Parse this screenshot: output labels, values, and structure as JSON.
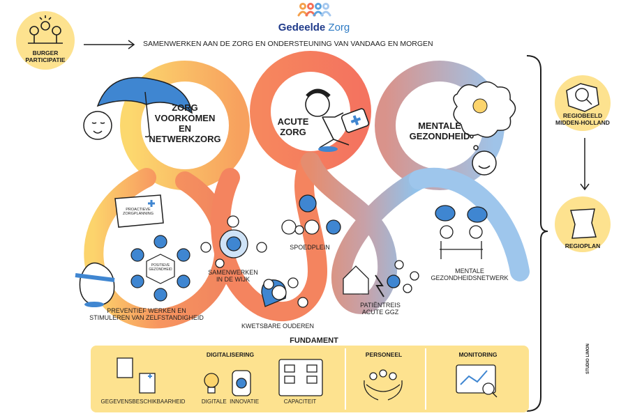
{
  "brand": {
    "name_part1": "Gedeelde",
    "name_part2": " Zorg",
    "name_color": "#1f3a8a",
    "accent_color": "#2e7bc4"
  },
  "header": {
    "tagline": "SAMENWERKEN AAN DE ZORG EN ONDERSTEUNING VAN VANDAAG EN MORGEN"
  },
  "left_badge": {
    "line1": "BURGER",
    "line2": "PARTICIPATIE"
  },
  "circles": {
    "prevention": {
      "line1": "ZORG",
      "line2": "VOORKOMEN",
      "line3": "EN",
      "line4": "NETWERKZORG"
    },
    "acute": {
      "line1": "ACUTE",
      "line2": "ZORG"
    },
    "mental": {
      "line1": "MENTALE",
      "line2": "GEZONDHEID"
    }
  },
  "items": {
    "proactive": {
      "line1": "PROACTIEVE",
      "line2": "ZORGPLANNING"
    },
    "positive_health": {
      "line1": "POSITIEVE",
      "line2": "GEZONDHEID"
    },
    "preventive": {
      "line1": "PREVENTIEF WERKEN EN",
      "line2": "STIMULEREN VAN ZELFSTANDIGHEID"
    },
    "neighbourhood": {
      "line1": "SAMENWERKEN",
      "line2": "IN DE WIJK"
    },
    "spoedplein": "SPOEDPLEIN",
    "elderly": "KWETSBARE OUDEREN",
    "patient_journey": {
      "line1": "PATIËNTREIS",
      "line2": "ACUTE GGZ"
    },
    "mental_network": {
      "line1": "MENTALE",
      "line2": "GEZONDHEIDSNETWERK"
    }
  },
  "right_panel": {
    "regiobeeld": {
      "line1": "REGIOBEELD",
      "line2": "MIDDEN-HOLLAND"
    },
    "regioplan": "REGIOPLAN"
  },
  "foundation": {
    "title": "FUNDAMENT",
    "sections": {
      "digitalisering": "DIGITALISERING",
      "personeel": "PERSONEEL",
      "monitoring": "MONITORING"
    },
    "labels": {
      "data": "GEGEVENSBESCHIKBAARHEID",
      "innovation": "DIGITALE  INNOVATIE",
      "capacity": "CAPACITEIT"
    }
  },
  "credit": "STUDIO LIMON",
  "colors": {
    "yellow": "#fbd46a",
    "orange": "#f48a5a",
    "salmon": "#f37a63",
    "blue": "#8ec5ee",
    "icon_blue": "#3f86d1",
    "panel_yellow": "#fde28f"
  }
}
